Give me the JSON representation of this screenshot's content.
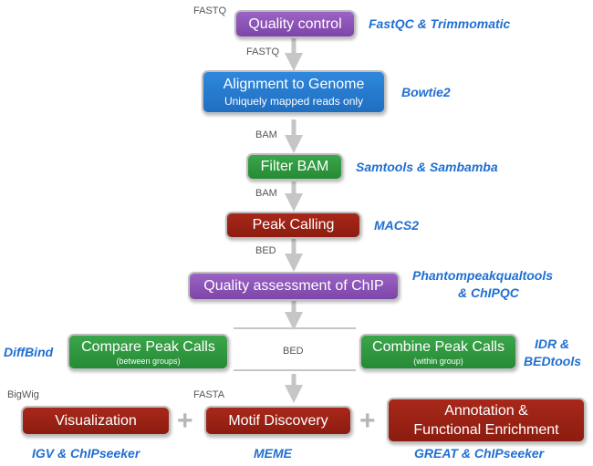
{
  "steps": {
    "qc": {
      "label": "Quality control",
      "tool": "FastQC & Trimmomatic"
    },
    "align": {
      "label": "Alignment to Genome",
      "sub": "Uniquely mapped reads only",
      "tool": "Bowtie2"
    },
    "filter": {
      "label": "Filter BAM",
      "tool": "Samtools & Sambamba"
    },
    "peak": {
      "label": "Peak Calling",
      "tool": "MACS2"
    },
    "qa": {
      "label": "Quality assessment of ChIP",
      "tool_line1": "Phantompeakqualtools",
      "tool_line2": "& ChIPQC"
    },
    "compare": {
      "label": "Compare Peak Calls",
      "sub": "(between groups)",
      "tool": "DiffBind"
    },
    "combine": {
      "label": "Combine Peak Calls",
      "sub": "(within group)",
      "tool_line1": "IDR &",
      "tool_line2": "BEDtools"
    },
    "viz": {
      "label": "Visualization",
      "tool": "IGV & ChIPseeker"
    },
    "motif": {
      "label": "Motif Discovery",
      "tool": "MEME"
    },
    "annot": {
      "label_line1": "Annotation &",
      "label_line2": "Functional Enrichment",
      "tool": "GREAT & ChIPseeker"
    }
  },
  "formats": {
    "fastq_top": "FASTQ",
    "fastq": "FASTQ",
    "bam1": "BAM",
    "bam2": "BAM",
    "bed1": "BED",
    "bed2": "BED",
    "bigwig": "BigWig",
    "fasta": "FASTA"
  },
  "plus_symbol": "+",
  "colors": {
    "purple": "#8a52b5",
    "blue": "#2478d0",
    "green": "#2f9a3f",
    "red": "#9a2215",
    "tool_text": "#1f6fd1",
    "arrow": "#c6c6c6"
  }
}
